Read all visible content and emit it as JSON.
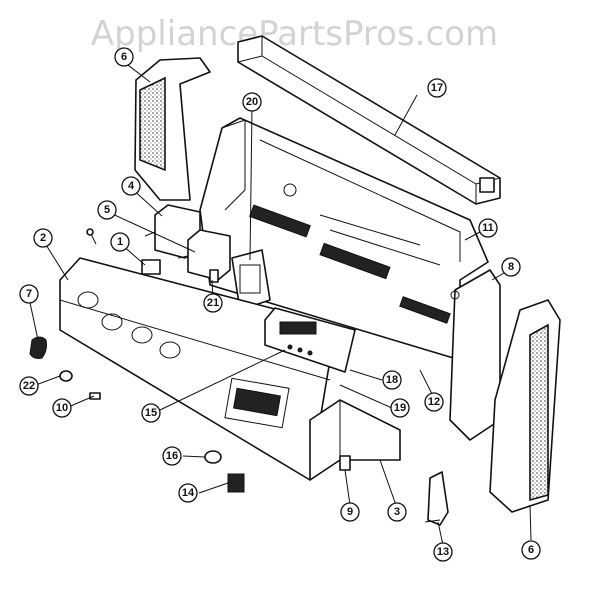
{
  "watermark": "AppliancePartsPros.com",
  "callouts": [
    {
      "id": "1",
      "label": "1"
    },
    {
      "id": "2",
      "label": "2"
    },
    {
      "id": "3",
      "label": "3"
    },
    {
      "id": "4",
      "label": "4"
    },
    {
      "id": "5",
      "label": "5"
    },
    {
      "id": "6a",
      "label": "6"
    },
    {
      "id": "6b",
      "label": "6"
    },
    {
      "id": "7",
      "label": "7"
    },
    {
      "id": "8",
      "label": "8"
    },
    {
      "id": "9",
      "label": "9"
    },
    {
      "id": "10",
      "label": "10"
    },
    {
      "id": "11",
      "label": "11"
    },
    {
      "id": "12",
      "label": "12"
    },
    {
      "id": "13",
      "label": "13"
    },
    {
      "id": "14",
      "label": "14"
    },
    {
      "id": "15",
      "label": "15"
    },
    {
      "id": "16",
      "label": "16"
    },
    {
      "id": "17",
      "label": "17"
    },
    {
      "id": "18",
      "label": "18"
    },
    {
      "id": "19",
      "label": "19"
    },
    {
      "id": "20",
      "label": "20"
    },
    {
      "id": "21",
      "label": "21"
    },
    {
      "id": "22",
      "label": "22"
    }
  ]
}
